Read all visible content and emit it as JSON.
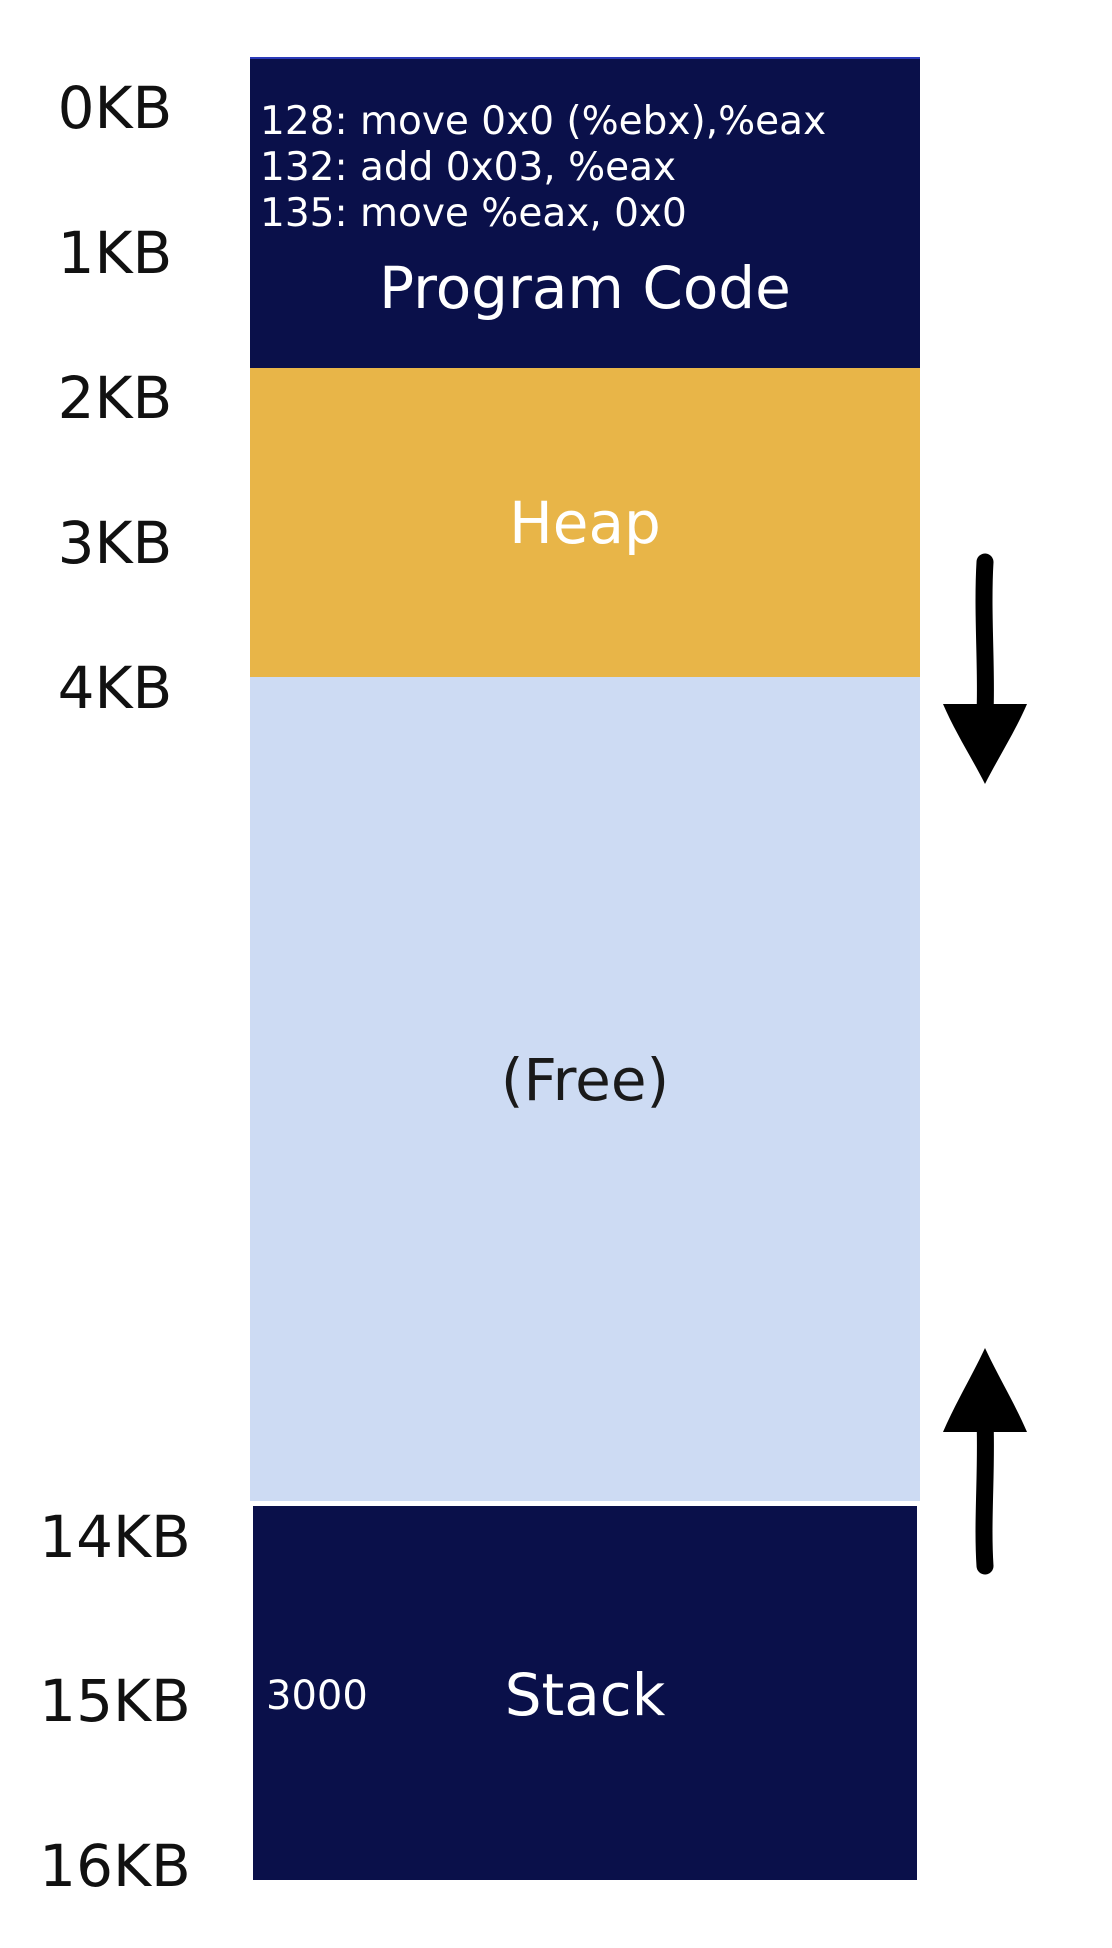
{
  "address_labels": [
    "0KB",
    "1KB",
    "2KB",
    "3KB",
    "4KB",
    "14KB",
    "15KB",
    "16KB"
  ],
  "segments": {
    "program_code": {
      "title": "Program Code",
      "instructions": [
        "128: move 0x0 (%ebx),%eax",
        "132: add 0x03, %eax",
        "135: move %eax, 0x0"
      ],
      "color": "#0a104a"
    },
    "heap": {
      "title": "Heap",
      "color": "#e8b548"
    },
    "free": {
      "title": "(Free)",
      "color": "#cddbf3"
    },
    "stack": {
      "title": "Stack",
      "value": "3000",
      "color": "#0a104a"
    }
  },
  "arrows": {
    "heap_growth": "down",
    "stack_growth": "up"
  }
}
